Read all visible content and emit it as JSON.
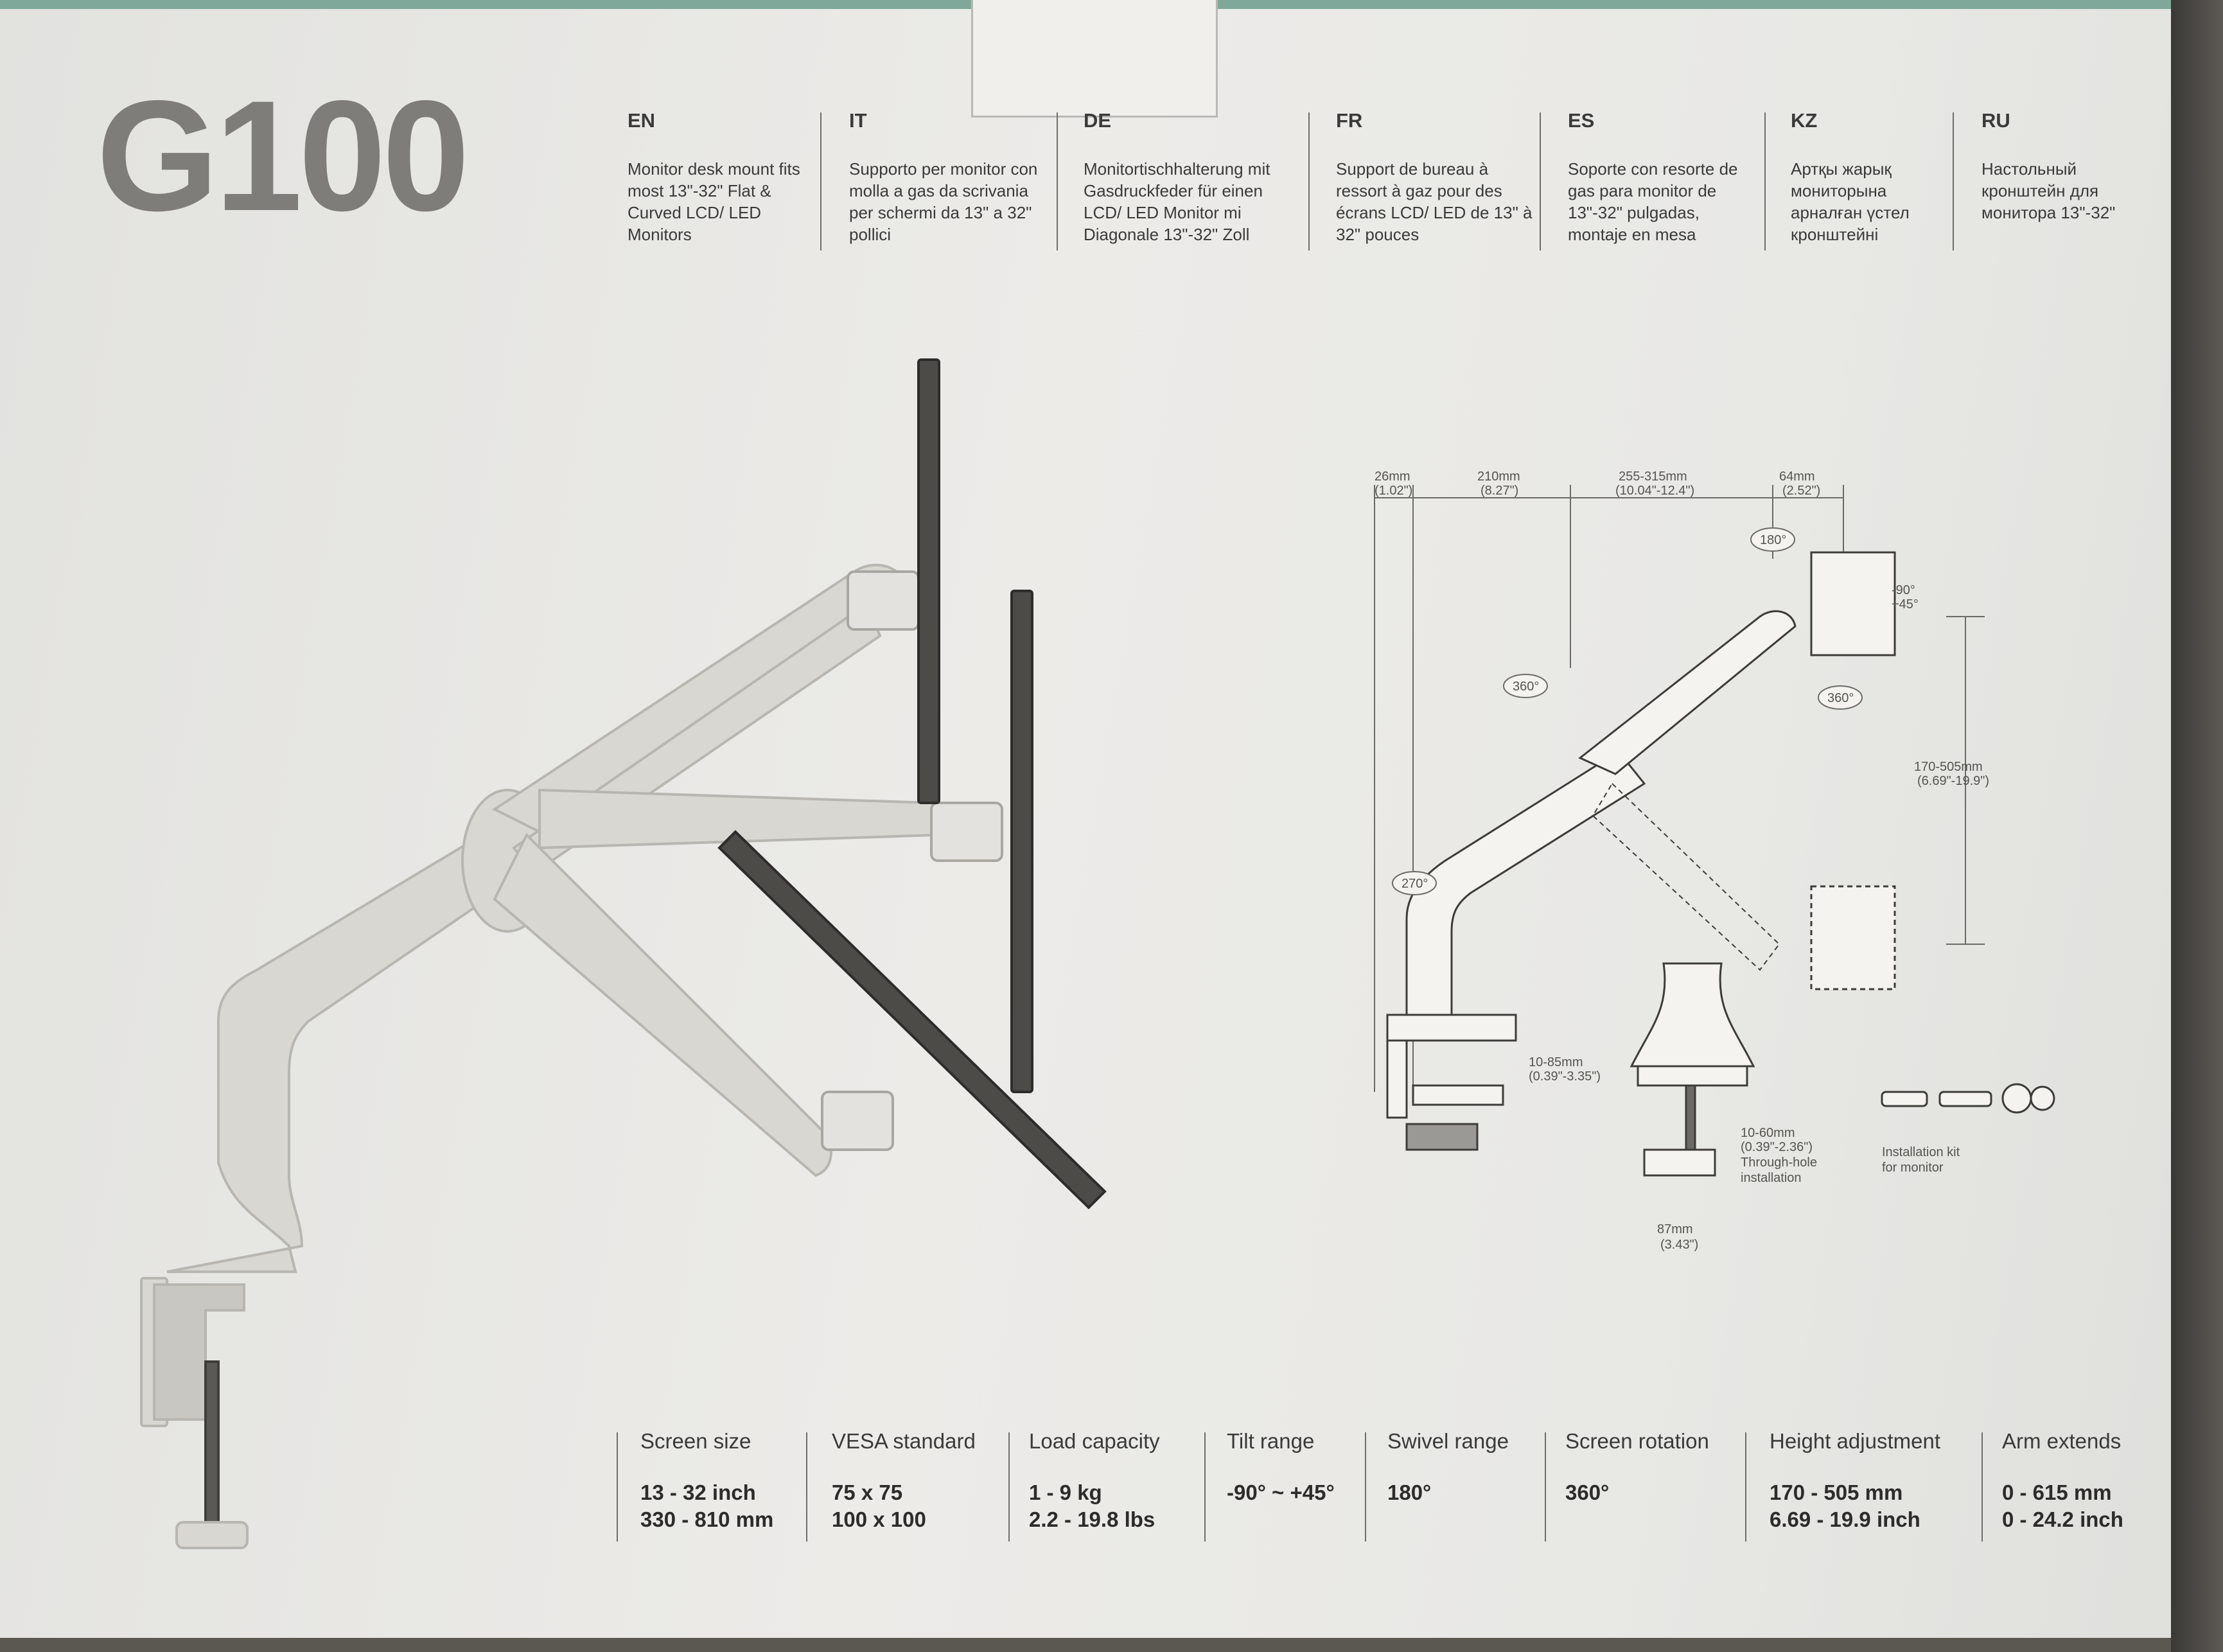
{
  "product": {
    "model": "G100"
  },
  "languages": [
    {
      "code": "EN",
      "text": "Monitor desk mount fits most 13\"-32\" Flat & Curved LCD/ LED Monitors"
    },
    {
      "code": "IT",
      "text": "Supporto per monitor con molla a gas da scrivania per schermi da 13\" a 32\" pollici"
    },
    {
      "code": "DE",
      "text": "Monitortischhalterung mit Gasdruckfeder für einen LCD/ LED Monitor mi Diagonale 13\"-32\" Zoll"
    },
    {
      "code": "FR",
      "text": "Support de bureau à ressort à gaz pour des écrans LCD/ LED de 13\" à 32\" pouces"
    },
    {
      "code": "ES",
      "text": "Soporte con resorte de gas para monitor de 13\"-32\" pulgadas, montaje en mesa"
    },
    {
      "code": "KZ",
      "text": "Артқы жарық мониторына арналған үстел кронштейні"
    },
    {
      "code": "RU",
      "text": "Настольный кронштейн для монитора 13\"-32\""
    }
  ],
  "diagram": {
    "dims": {
      "d26": "26mm",
      "d26_in": "(1.02\")",
      "d210": "210mm",
      "d210_in": "(8.27\")",
      "d255": "255-315mm",
      "d255_in": "(10.04\"-12.4\")",
      "d64": "64mm",
      "d64_in": "(2.52\")",
      "height": "170-505mm",
      "height_in": "(6.69\"-19.9\")",
      "clamp": "10-85mm",
      "clamp_in": "(0.39\"-3.35\")",
      "through": "10-60mm",
      "through_in": "(0.39\"-2.36\")",
      "through_label1": "Through-hole",
      "through_label2": "installation",
      "base": "87mm",
      "base_in": "(3.43\")"
    },
    "angles": {
      "a180": "180°",
      "a360_top": "360°",
      "a360_mid": "360°",
      "a270": "270°",
      "tilt": "-90°",
      "tilt2": "+45°"
    },
    "kit_label1": "Installation kit",
    "kit_label2": "for monitor"
  },
  "specs": [
    {
      "title": "Screen size",
      "lines": [
        "13 - 32 inch",
        "330 - 810 mm"
      ]
    },
    {
      "title": "VESA standard",
      "lines": [
        "75 x 75",
        "100 x 100"
      ]
    },
    {
      "title": "Load capacity",
      "lines": [
        "1 - 9 kg",
        "2.2 - 19.8 lbs"
      ]
    },
    {
      "title": "Tilt range",
      "lines": [
        "-90° ~ +45°"
      ]
    },
    {
      "title": "Swivel range",
      "lines": [
        "180°"
      ]
    },
    {
      "title": "Screen rotation",
      "lines": [
        "360°"
      ]
    },
    {
      "title": "Height adjustment",
      "lines": [
        "170 - 505 mm",
        "6.69 - 19.9 inch"
      ]
    },
    {
      "title": "Arm extends",
      "lines": [
        "0 - 615 mm",
        "0 - 24.2 inch"
      ]
    }
  ],
  "colors": {
    "box": "#e9e9e6",
    "logo": "#7e7d7a",
    "accent_edge": "#7fa89a",
    "arm": "#dcdad5"
  }
}
